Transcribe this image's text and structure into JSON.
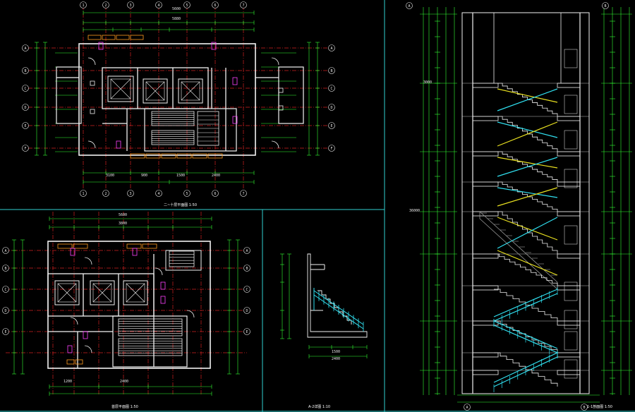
{
  "drawing": {
    "background": "#000000",
    "colors": {
      "frame": "#2fd0d0",
      "wall": "#f2f2f2",
      "dim": "#33ff33",
      "axis": "#d02020",
      "stair": "#f0f0f0",
      "yellow": "#e8e020",
      "cyan": "#30e0f0",
      "magenta": "#ff40ff",
      "orange": "#ff9a20",
      "gray": "#9a9a9a"
    },
    "titles": {
      "plan_top": "二~十层平面图  1:50",
      "plan_bottom": "首层平面图  1:50",
      "detail": "A-2详图  1:10",
      "section": "1-1剖面图  1:50"
    },
    "dims": {
      "top_overall": "5600",
      "top_sub": "5880",
      "top_bottom_a": "3100",
      "top_bottom_b": "900",
      "top_bottom_c": "1500",
      "top_bottom_d": "2400",
      "bottom_overall": "5600",
      "bottom_sub": "3800",
      "bottom_left_a": "1200",
      "bottom_left_b": "2400",
      "detail_a": "1500",
      "detail_b": "2400",
      "section_floor": "3000",
      "section_total": "36000"
    },
    "axes": {
      "top_left": [
        "A",
        "B",
        "C",
        "D",
        "E",
        "F"
      ],
      "top_top": [
        "1",
        "2",
        "3",
        "4",
        "5",
        "6",
        "7"
      ],
      "bottom_left": [
        "A",
        "B",
        "C",
        "D",
        "E"
      ],
      "section_right": [
        "A",
        "B"
      ]
    }
  }
}
